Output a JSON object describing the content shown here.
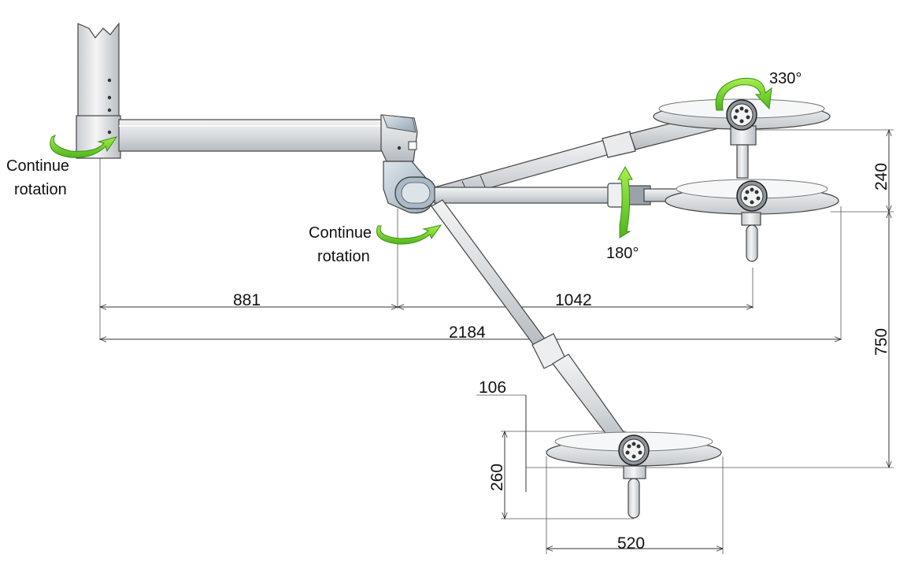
{
  "labels": {
    "rotation_left_line1": "Continue",
    "rotation_left_line2": "rotation",
    "rotation_mid_line1": "Continue",
    "rotation_mid_line2": "rotation",
    "angle_top": "330°",
    "angle_mid": "180°"
  },
  "dimensions": {
    "d881": "881",
    "d1042": "1042",
    "d2184": "2184",
    "d240": "240",
    "d750": "750",
    "d106": "106",
    "d260": "260",
    "d520": "520"
  },
  "colors": {
    "arrow_green": "#6ccf2a",
    "metal_light": "#e6e8ea",
    "metal_mid": "#c9cdd1",
    "metal_dark": "#8e969c",
    "joint_blue": "#b5c3cf"
  },
  "icons": [
    "rotation-arrow-icon",
    "lamp-head-icon"
  ]
}
